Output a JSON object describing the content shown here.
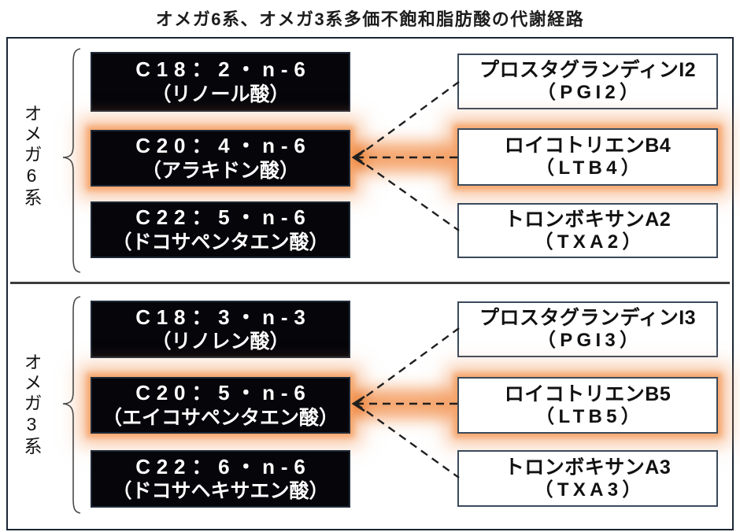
{
  "title": "オメガ6系、オメガ3系多価不飽和脂肪酸の代謝経路",
  "sections": [
    {
      "group_label": "オメガ6系",
      "sources": [
        {
          "line1": "C18：2・n-6",
          "line2": "（リノール酸）",
          "highlight": false
        },
        {
          "line1": "C20：4・n-6",
          "line2": "（アラキドン酸）",
          "highlight": true
        },
        {
          "line1": "C22：5・n-6",
          "line2": "（ドコサペンタエン酸）",
          "highlight": false
        }
      ],
      "products": [
        {
          "line1": "プロスタグランディンI2",
          "line2": "（PGI2）",
          "highlight": false
        },
        {
          "line1": "ロイコトリエンB4",
          "line2": "（LTB4）",
          "highlight": true
        },
        {
          "line1": "トロンボキサンA2",
          "line2": "（TXA2）",
          "highlight": false
        }
      ]
    },
    {
      "group_label": "オメガ3系",
      "sources": [
        {
          "line1": "C18：3・n-3",
          "line2": "（リノレン酸）",
          "highlight": false
        },
        {
          "line1": "C20：5・n-6",
          "line2": "（エイコサペンタエン酸）",
          "highlight": true
        },
        {
          "line1": "C22：6・n-6",
          "line2": "（ドコサヘキサエン酸）",
          "highlight": false
        }
      ],
      "products": [
        {
          "line1": "プロスタグランディンI3",
          "line2": "（PGI3）",
          "highlight": false
        },
        {
          "line1": "ロイコトリエンB5",
          "line2": "（LTB5）",
          "highlight": true
        },
        {
          "line1": "トロンボキサンA3",
          "line2": "（TXA3）",
          "highlight": false
        }
      ]
    }
  ],
  "colors": {
    "highlight_glow": "#F3904B",
    "source_box_fill": "#05050A",
    "box_border": "#3A4A5C",
    "frame_border": "#1C2633",
    "connector": "#1F1F1F"
  }
}
